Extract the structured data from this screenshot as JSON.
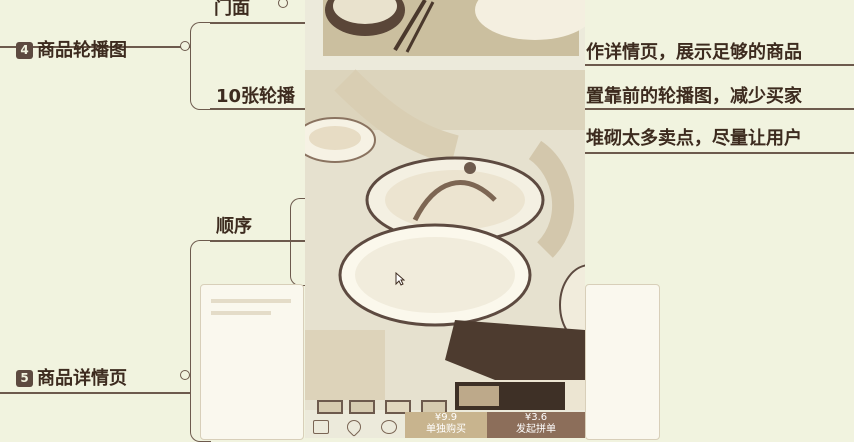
{
  "mindmap": {
    "node_4": {
      "number": "4",
      "label": "商品轮播图"
    },
    "node_5": {
      "number": "5",
      "label": "商品详情页"
    },
    "sub_top": "门面",
    "sub_count": "10张轮播",
    "sub_order": "顺序",
    "note_1": "作详情页，展示足够的商品",
    "note_2": "置靠前的轮播图，减少买家",
    "note_3": "堆砌太多卖点，尽量让用户"
  },
  "product_preview": {
    "price_1": "¥9.9",
    "price_1_label": "单独购买",
    "price_2": "¥3.6",
    "price_2_label": "发起拼单"
  },
  "colors": {
    "background": "#f1f3df",
    "line": "#6d5a4d",
    "text": "#3d2b1f",
    "buy_left": "#c8b48e",
    "buy_right": "#8c6e5a"
  }
}
